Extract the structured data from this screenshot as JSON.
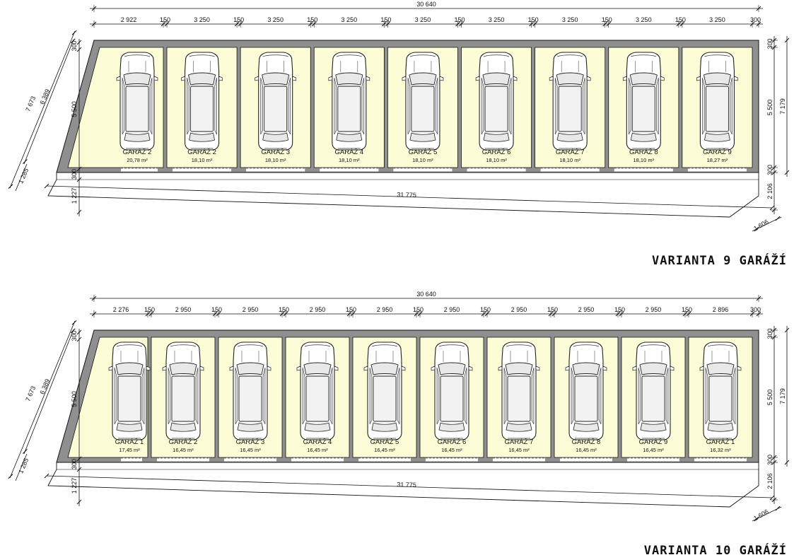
{
  "plans": [
    {
      "variant_title": "VARIANTA 9 GARÁŽÍ",
      "dims": {
        "top_total": "30 640",
        "top_chain": [
          "2 922",
          "150",
          "3 250",
          "150",
          "3 250",
          "150",
          "3 250",
          "150",
          "3 250",
          "150",
          "3 250",
          "150",
          "3 250",
          "150",
          "3 250",
          "150",
          "3 250",
          "300"
        ],
        "bottom_total": "31 775",
        "right_chain": [
          "300",
          "5 500",
          "300",
          "2 106"
        ],
        "right_total": "7 179",
        "right_small": "1 606",
        "left_chain": [
          "300",
          "5 500",
          "300",
          "1 227"
        ],
        "left_diag": [
          "7 673",
          "6 389",
          "1 285"
        ]
      },
      "garages": [
        {
          "label": "GARÁŽ 2",
          "area": "20,78 m²"
        },
        {
          "label": "GARÁŽ 2",
          "area": "18,10 m²"
        },
        {
          "label": "GARÁŽ 3",
          "area": "18,10 m²"
        },
        {
          "label": "GARÁŽ 4",
          "area": "18,10 m²"
        },
        {
          "label": "GARÁŽ 5",
          "area": "18,10 m²"
        },
        {
          "label": "GARÁŽ 6",
          "area": "18,10 m²"
        },
        {
          "label": "GARÁŽ 7",
          "area": "18,10 m²"
        },
        {
          "label": "GARÁŽ 8",
          "area": "18,10 m²"
        },
        {
          "label": "GARÁŽ 9",
          "area": "18,27 m²"
        }
      ]
    },
    {
      "variant_title": "VARIANTA 10 GARÁŽÍ",
      "dims": {
        "top_total": "30 640",
        "top_chain": [
          "2 276",
          "150",
          "2 950",
          "150",
          "2 950",
          "150",
          "2 950",
          "150",
          "2 950",
          "150",
          "2 950",
          "150",
          "2 950",
          "150",
          "2 950",
          "150",
          "2 950",
          "150",
          "2 896",
          "300"
        ],
        "bottom_total": "31 775",
        "right_chain": [
          "300",
          "5 500",
          "300",
          "2 106"
        ],
        "right_total": "7 179",
        "right_small": "1 606",
        "left_chain": [
          "300",
          "5 500",
          "300",
          "1 227"
        ],
        "left_diag": [
          "7 673",
          "6 389",
          "1 285"
        ]
      },
      "garages": [
        {
          "label": "GARÁŽ 1",
          "area": "17,45 m²"
        },
        {
          "label": "GARÁŽ 2",
          "area": "16,45 m²"
        },
        {
          "label": "GARÁŽ 3",
          "area": "16,45 m²"
        },
        {
          "label": "GARÁŽ 4",
          "area": "16,45 m²"
        },
        {
          "label": "GARÁŽ 5",
          "area": "16,45 m²"
        },
        {
          "label": "GARÁŽ 6",
          "area": "16,45 m²"
        },
        {
          "label": "GARÁŽ 7",
          "area": "16,45 m²"
        },
        {
          "label": "GARÁŽ 8",
          "area": "16,45 m²"
        },
        {
          "label": "GARÁŽ 9",
          "area": "16,45 m²"
        },
        {
          "label": "GARÁŽ 1",
          "area": "16,32 m²"
        }
      ]
    }
  ],
  "colors": {
    "wall": "#8f8f8f",
    "garage_fill": "#fcfcd6",
    "line": "#111111",
    "car_body": "#ffffff",
    "car_roof": "#f2f2f2"
  },
  "icons": {
    "car": "car-topview-icon",
    "dimension_tick": "dimension-tick-icon"
  }
}
